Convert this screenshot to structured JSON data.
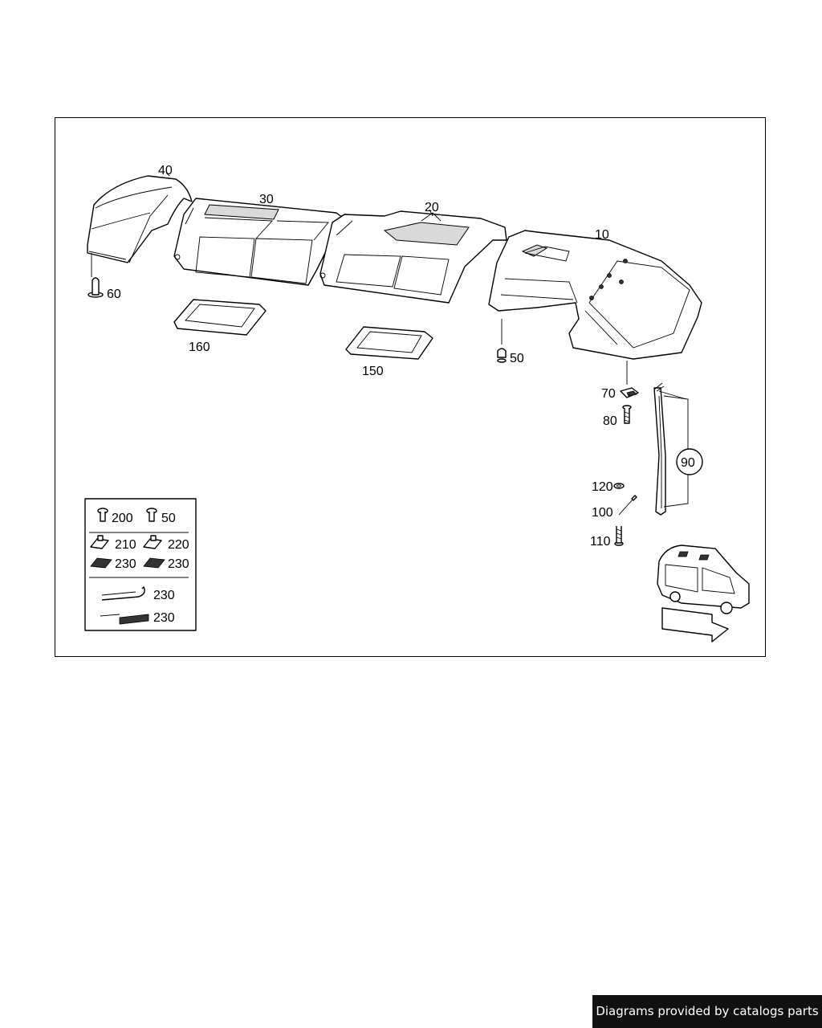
{
  "diagram": {
    "part_labels": {
      "p10": "10",
      "p20": "20",
      "p30": "30",
      "p40": "40",
      "p50": "50",
      "p60": "60",
      "p70": "70",
      "p80": "80",
      "p90": "90",
      "p100": "100",
      "p110": "110",
      "p120": "120",
      "p150": "150",
      "p160": "160"
    },
    "legend": {
      "l200": "200",
      "l50": "50",
      "l210": "210",
      "l220": "220",
      "l230a": "230",
      "l230b": "230",
      "l230c": "230",
      "l230d": "230"
    }
  },
  "footer": {
    "credit": "Diagrams provided by catalogs parts"
  }
}
